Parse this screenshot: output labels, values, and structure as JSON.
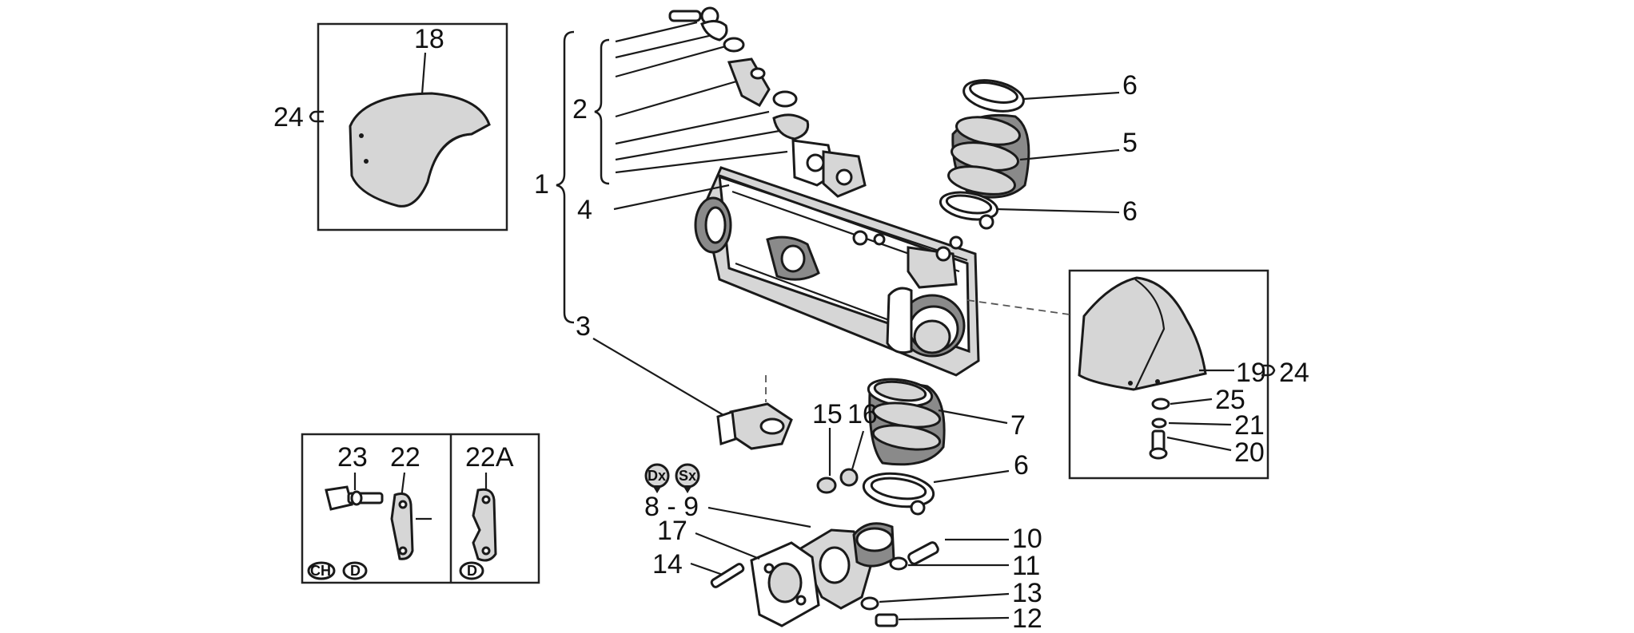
{
  "diagram": {
    "style": "exploded parts drawing",
    "line_color": "#1a1a1a",
    "callouts": {
      "c1": "1",
      "c2": "2",
      "c3": "3",
      "c4": "4",
      "c5": "5",
      "c6_top": "6",
      "c6_mid": "6",
      "c6_low": "6",
      "c7": "7",
      "c8_9": "8 - 9",
      "c10": "10",
      "c11": "11",
      "c12": "12",
      "c13": "13",
      "c14": "14",
      "c15": "15",
      "c16": "16",
      "c17": "17",
      "c18": "18",
      "c19": "19",
      "c20": "20",
      "c21": "21",
      "c22": "22",
      "c22a": "22A",
      "c23": "23",
      "c24_left": "24",
      "c24_right": "24",
      "c25": "25"
    },
    "badges": {
      "dx": "Dx",
      "sx": "Sx",
      "ch": "CH",
      "d_left": "D",
      "d_right": "D"
    }
  }
}
